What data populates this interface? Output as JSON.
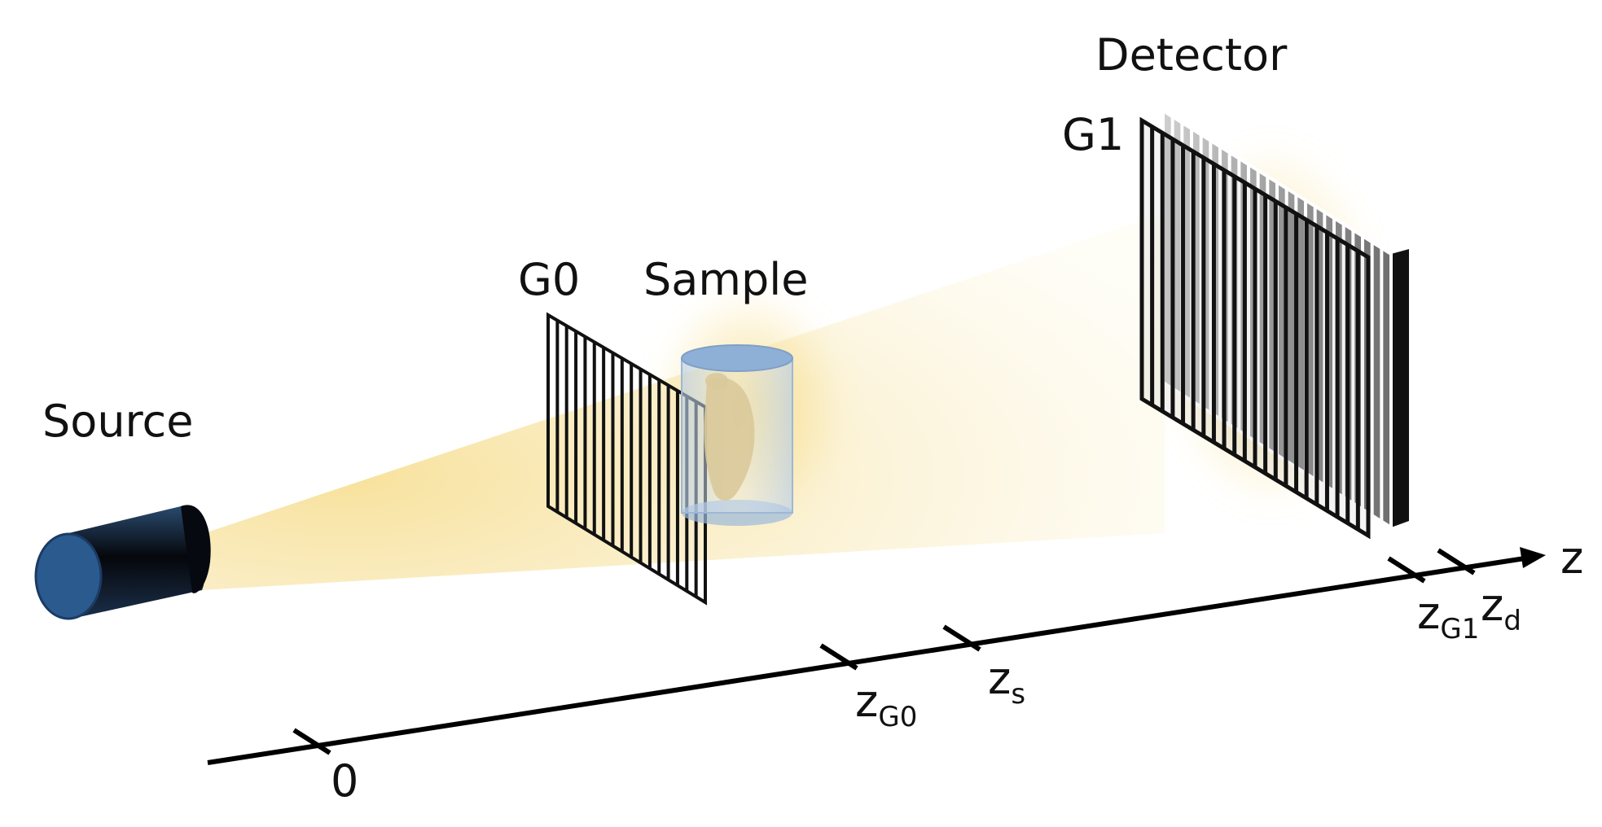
{
  "labels": {
    "source": "Source",
    "g0": "G0",
    "sample": "Sample",
    "detector": "Detector",
    "g1": "G1",
    "axis": "z"
  },
  "ticks": [
    {
      "main": "0",
      "sub": ""
    },
    {
      "main": "z",
      "sub": "G0"
    },
    {
      "main": "z",
      "sub": "s"
    },
    {
      "main": "z",
      "sub": "G1"
    },
    {
      "main": "z",
      "sub": "d"
    }
  ],
  "colors": {
    "beam": "#f7e6a8",
    "source_body": "#0d1422",
    "source_face": "#2b5a8f",
    "sample_tube": "#a9c6e6",
    "sample_mouse": "#d9c99a",
    "grating": "#111111",
    "detector_frame": "#8a8a8a",
    "axis": "#000000"
  },
  "icons": {
    "source": "xray-tube-icon",
    "sample": "mouse-in-tube-icon",
    "grating": "grating-icon",
    "detector": "detector-panel-icon"
  }
}
